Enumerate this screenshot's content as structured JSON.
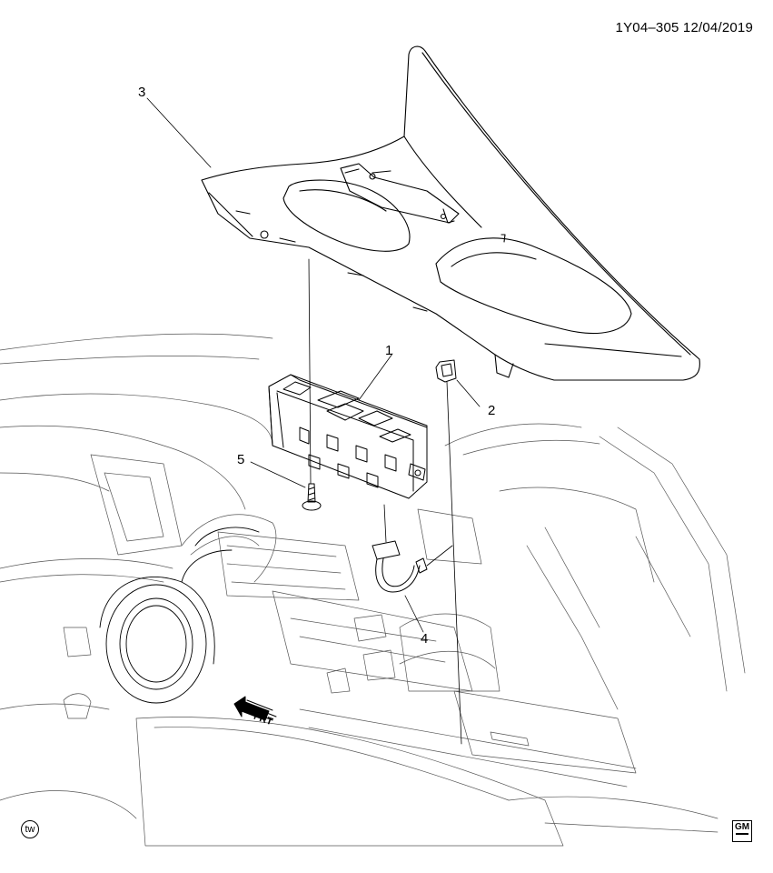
{
  "header": {
    "doc_id": "1Y04–305  12/04/2019"
  },
  "callouts": [
    {
      "id": "1",
      "label": "1"
    },
    {
      "id": "2",
      "label": "2"
    },
    {
      "id": "3",
      "label": "3"
    },
    {
      "id": "4",
      "label": "4"
    },
    {
      "id": "5",
      "label": "5"
    }
  ],
  "front_marker": {
    "label": "FRT",
    "icon": "front-arrow-icon"
  },
  "footer": {
    "badge": "tw",
    "logo": "gm-logo"
  },
  "colors": {
    "ink": "#000000",
    "background": "#ffffff"
  }
}
